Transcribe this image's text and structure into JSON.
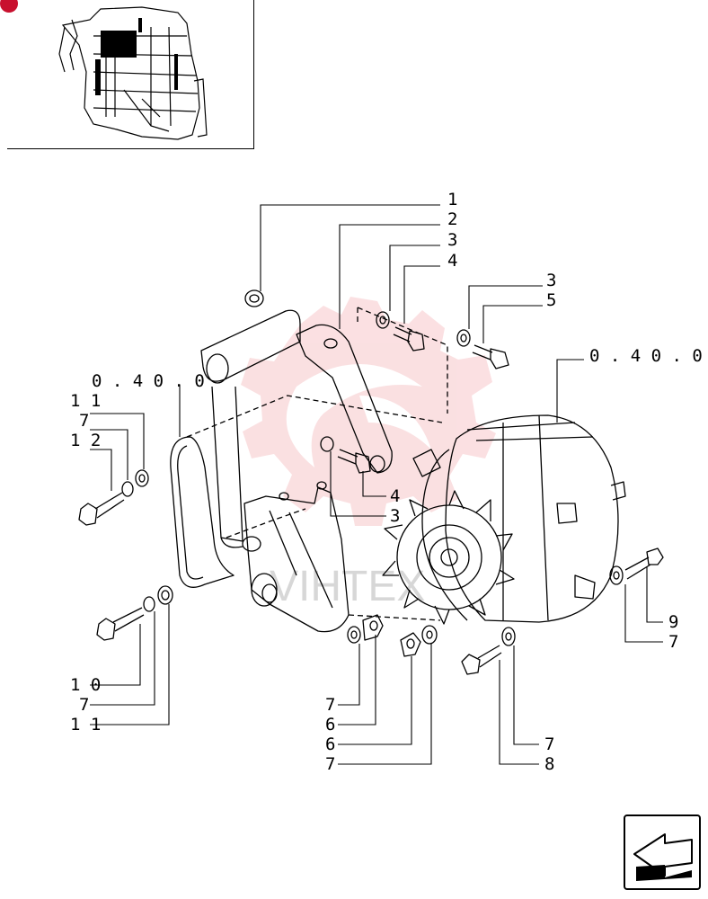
{
  "diagram": {
    "callouts": {
      "c1": "1",
      "c2": "2",
      "c3a": "3",
      "c4a": "4",
      "c3b": "3",
      "c5": "5",
      "c4b": "4",
      "c3c": "3",
      "c11a": "1 1",
      "c7a": "7",
      "c12": "1 2",
      "c10": "1 0",
      "c7b": "7",
      "c11b": "1 1",
      "c7c": "7",
      "c6a": "6",
      "c6b": "6",
      "c7d": "7",
      "c7e": "7",
      "c8": "8",
      "c9": "9",
      "c7f": "7"
    },
    "refs": {
      "left": "0 . 4 0 . 0",
      "right": "0 . 4 0 . 0"
    }
  },
  "watermark": {
    "text": "VIHTEX",
    "color": "#e8505b"
  },
  "colors": {
    "line": "#000000",
    "accent": "#c8102e"
  },
  "nav": {
    "icon": "arrow-back-icon"
  }
}
